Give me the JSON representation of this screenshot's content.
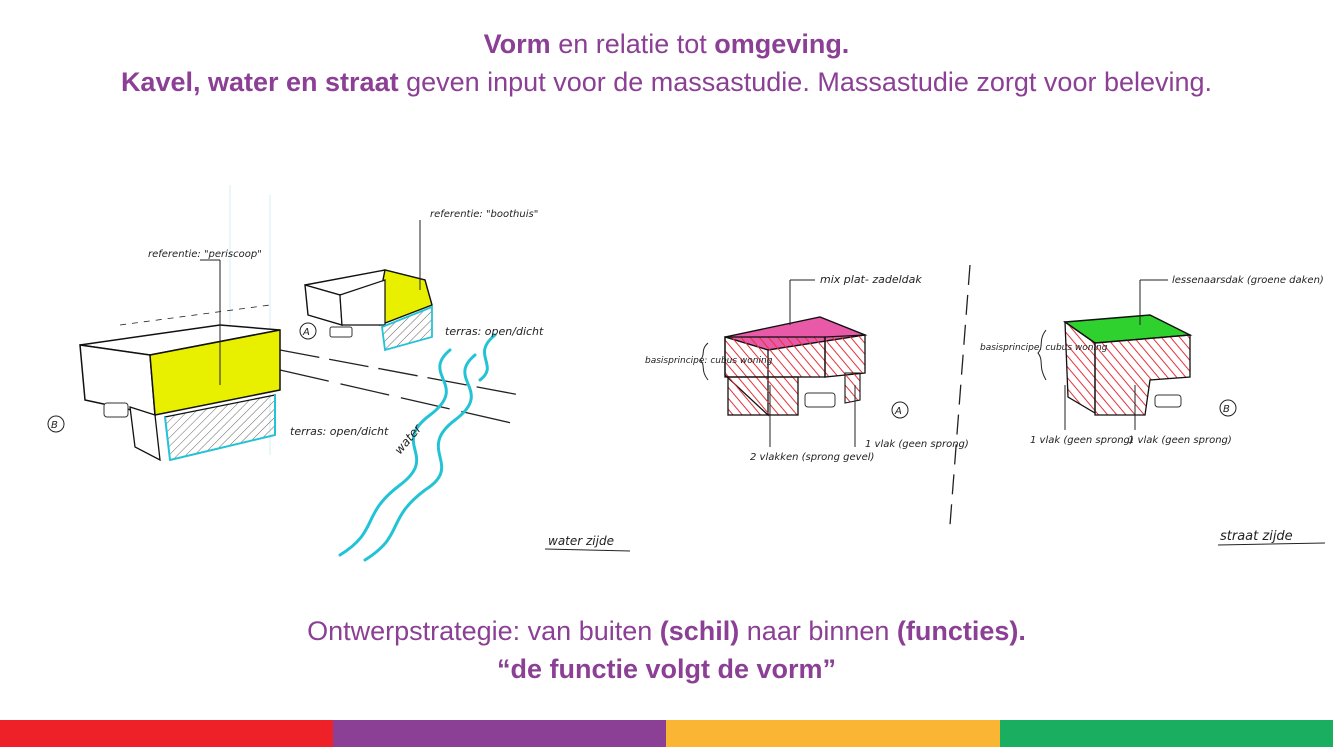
{
  "header": {
    "line1": {
      "bold1": "Vorm",
      "text1": " en relatie tot ",
      "bold2": "omgeving."
    },
    "line2": {
      "bold1": "Kavel, water en straat",
      "text1": " geven input voor de massastudie. Massastudie zorgt voor beleving."
    }
  },
  "left_sketch": {
    "label_ref_periscoop": "referentie: \"periscoop\"",
    "label_ref_boothuis": "referentie: \"boothuis\"",
    "label_terras_top": "terras: open/dicht",
    "label_terras_bottom": "terras: open/dicht",
    "label_water": "water",
    "label_marker_a": "A",
    "label_marker_b": "B",
    "label_side": "water zijde",
    "color_accent": "#e8f000",
    "color_water": "#23c3d6"
  },
  "right_sketch": {
    "label_roof_a": "mix plat- zadeldak",
    "label_roof_b": "lessenaarsdak (groene daken)",
    "label_basis_a": "basisprincipe: cubus woning",
    "label_basis_b": "basisprincipe: cubus woning",
    "label_2vlakken": "2 vlakken (sprong gevel)",
    "label_1vlak_a": "1 vlak (geen sprong)",
    "label_1vlak_b1": "1 vlak (geen sprong)",
    "label_1vlak_b2": "1 vlak (geen sprong)",
    "label_marker_a": "A",
    "label_marker_b": "B",
    "label_side": "straat zijde",
    "color_roof_a": "#e85aa8",
    "color_roof_b": "#2fd12f",
    "color_hatch": "#e4323c"
  },
  "footer": {
    "line1": {
      "text1": "Ontwerpstrategie: van buiten ",
      "bold1": "(schil)",
      "text2": " naar binnen ",
      "bold2": "(functies)."
    },
    "line2": "“de functie volgt de vorm”"
  },
  "stripes": {
    "red": "#ee2128",
    "purple": "#8b3f95",
    "yellow": "#fbb534",
    "green": "#1aae61"
  }
}
